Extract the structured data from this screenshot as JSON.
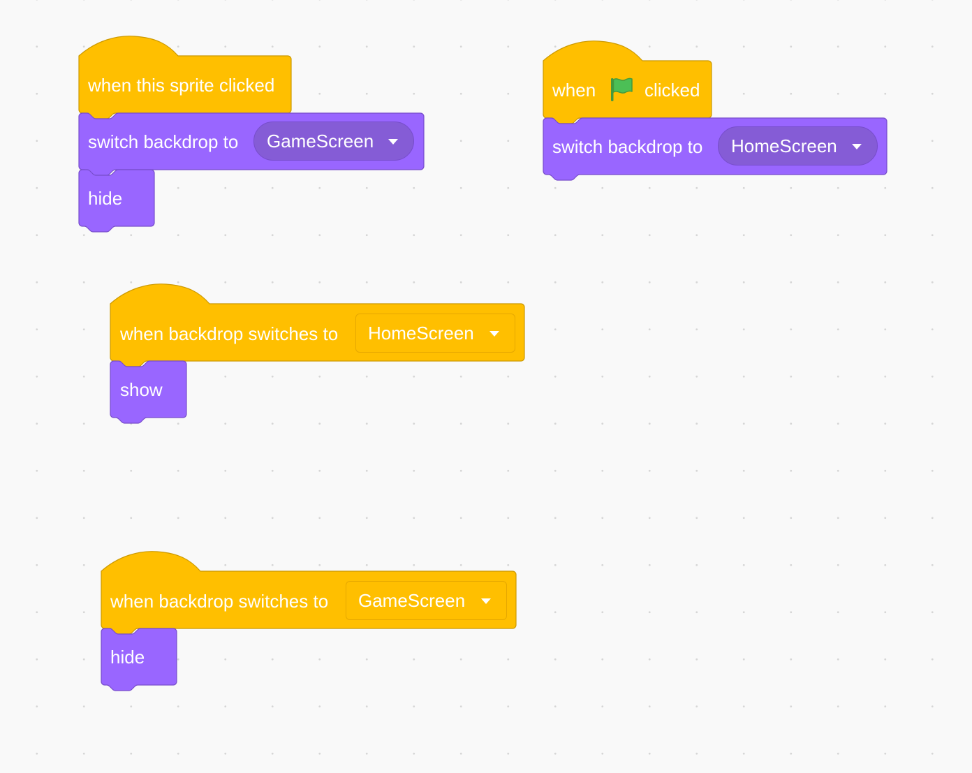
{
  "colors": {
    "events": "#ffbf00",
    "events_border": "#cc9900",
    "looks": "#9966ff",
    "looks_border": "#774dcb",
    "looks_dropdown": "#855cd6",
    "flag_green": "#4cbf56",
    "flag_dark": "#45993d"
  },
  "scripts": [
    {
      "hat": {
        "label": "when this sprite clicked"
      },
      "stack": [
        {
          "label": "switch backdrop to",
          "dropdown": "GameScreen"
        },
        {
          "label": "hide"
        }
      ]
    },
    {
      "hat": {
        "label_before": "when",
        "icon": "green-flag-icon",
        "label_after": "clicked"
      },
      "stack": [
        {
          "label": "switch backdrop to",
          "dropdown": "HomeScreen"
        }
      ]
    },
    {
      "hat": {
        "label": "when backdrop switches to",
        "dropdown": "HomeScreen"
      },
      "stack": [
        {
          "label": "show"
        }
      ]
    },
    {
      "hat": {
        "label": "when backdrop switches to",
        "dropdown": "GameScreen"
      },
      "stack": [
        {
          "label": "hide"
        }
      ]
    }
  ]
}
